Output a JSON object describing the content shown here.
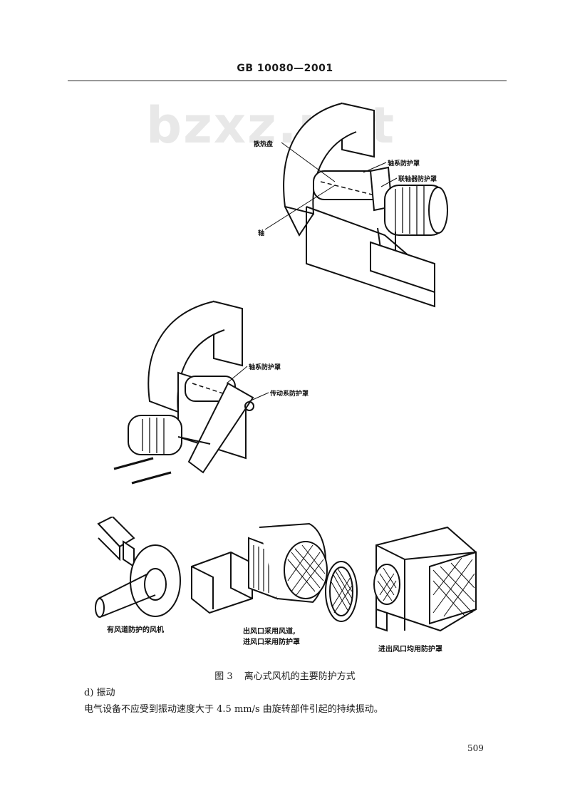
{
  "header": {
    "standard_code": "GB 10080—2001"
  },
  "watermark": "bzxz.net",
  "figure1": {
    "labels": {
      "heat_sink": "散热盘",
      "shaft": "轴",
      "shaft_guard": "轴系防护罩",
      "coupling_guard": "联轴器防护罩"
    }
  },
  "figure2": {
    "labels": {
      "shaft_guard": "轴系防护罩",
      "transmission_guard": "传动系防护罩"
    }
  },
  "figure3": {
    "captions": {
      "duct_fan": "有风道防护的风机",
      "outlet_inlet_line1": "出风口采用风道,",
      "outlet_inlet_line2": "进风口采用防护罩",
      "both_guard": "进出风口均用防护罩"
    }
  },
  "caption": {
    "number": "图 3",
    "title": "离心式风机的主要防护方式"
  },
  "section": {
    "heading": "d) 振动"
  },
  "paragraph": "电气设备不应受到振动速度大于 4.5 mm/s 由旋转部件引起的持续振动。",
  "page_number": "509"
}
